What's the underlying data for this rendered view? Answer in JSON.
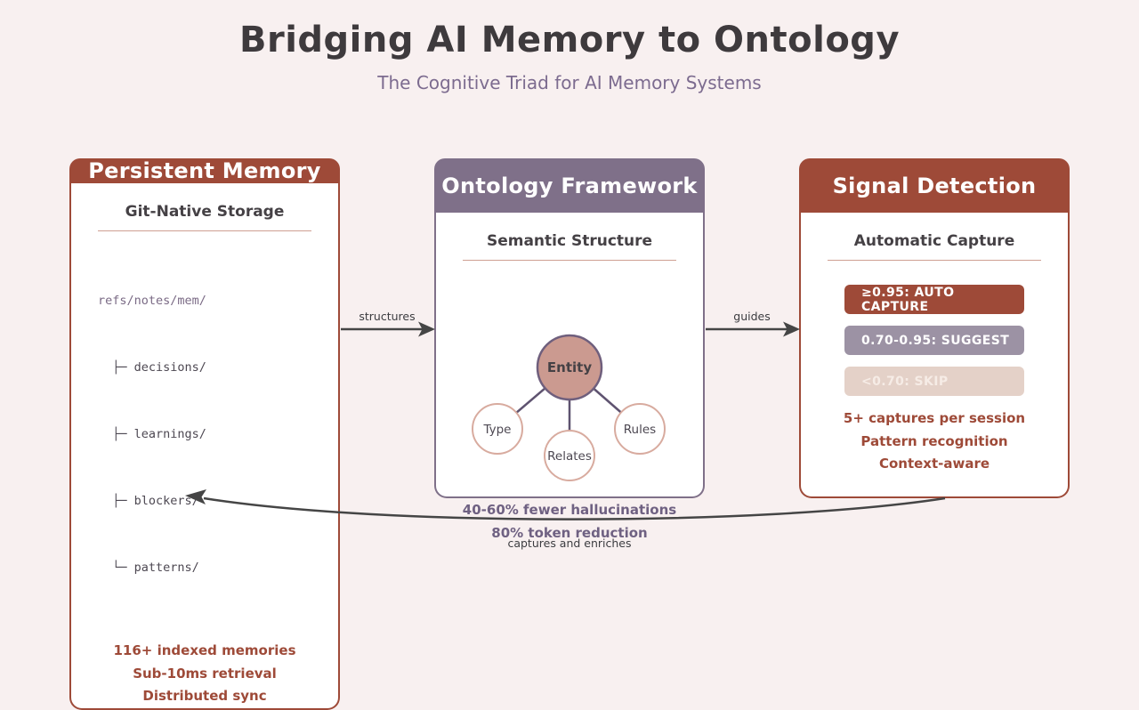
{
  "header": {
    "title": "Bridging AI Memory to Ontology",
    "subtitle": "The Cognitive Triad for AI Memory Systems"
  },
  "colors": {
    "background": "#f8f0f0",
    "rust_accent": "#9e4a38",
    "purple_accent": "#7f7089",
    "title_text": "#3e3a3d",
    "subtitle_text": "#7c6b8f",
    "divider": "#cf9f92",
    "stat_rust": "#9e4a38",
    "stat_purple": "#6f6182",
    "entity_fill": "#cb9a90",
    "entity_border": "#6f5f7d",
    "child_circle_border": "#d8ab9f",
    "connector_line": "#5f5370",
    "arrow_line": "#454545",
    "badge_auto_bg": "#9e4a38",
    "badge_suggest_bg": "#9c92a4",
    "badge_skip_bg": "#e4d1c8"
  },
  "cards": [
    {
      "title": "Persistent Memory",
      "section_title": "Git-Native Storage",
      "code_lines": [
        "refs/notes/mem/",
        "  ├─ decisions/",
        "  ├─ learnings/",
        "  ├─ blockers/",
        "  └─ patterns/"
      ],
      "stats": [
        "116+ indexed memories",
        "Sub-10ms retrieval",
        "Distributed sync"
      ]
    },
    {
      "title": "Ontology Framework",
      "section_title": "Semantic Structure",
      "graph": {
        "center_node": "Entity",
        "child_nodes": [
          "Type",
          "Relates",
          "Rules"
        ]
      },
      "stats": [
        "40-60% fewer hallucinations",
        "80% token reduction"
      ]
    },
    {
      "title": "Signal Detection",
      "section_title": "Automatic Capture",
      "badges": [
        {
          "label": "≥0.95: AUTO CAPTURE",
          "bg": "#9e4a38",
          "fg": "#ffffff"
        },
        {
          "label": "0.70-0.95: SUGGEST",
          "bg": "#9c92a4",
          "fg": "#ffffff"
        },
        {
          "label": "<0.70: SKIP",
          "bg": "#e4d1c8",
          "fg": "#f6ece6"
        }
      ],
      "stats": [
        "5+ captures per session",
        "Pattern recognition",
        "Context-aware"
      ]
    }
  ],
  "arrows": [
    {
      "label": "structures"
    },
    {
      "label": "guides"
    },
    {
      "label": "captures and enriches"
    }
  ]
}
